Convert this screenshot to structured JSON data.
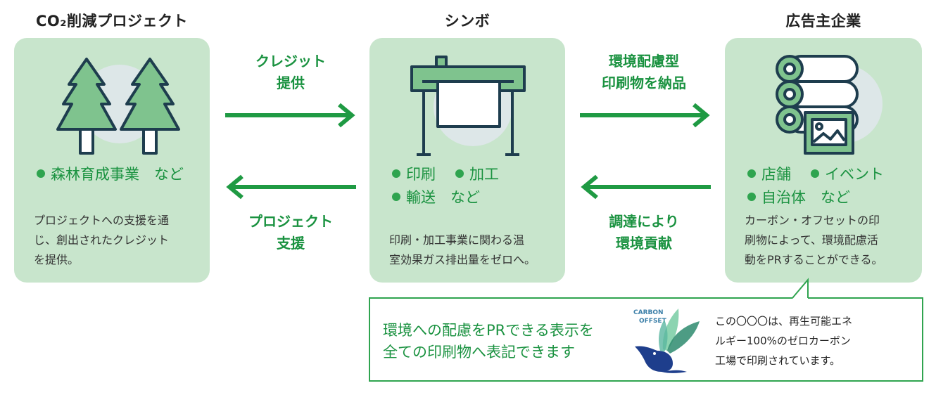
{
  "columns": [
    {
      "title": "CO₂削減プロジェクト",
      "bullets": [
        "森林育成事業　など"
      ],
      "description": [
        "プロジェクトへの支援を通",
        "じ、創出されたクレジット",
        "を提供。"
      ],
      "icon": "tree-icon"
    },
    {
      "title": "シンボ",
      "bullets": [
        "印刷",
        "加工",
        "輸送　など"
      ],
      "description": [
        "印刷・加工事業に関わる温",
        "室効果ガス排出量をゼロへ。"
      ],
      "icon": "printer-icon"
    },
    {
      "title": "広告主企業",
      "bullets": [
        "店舗",
        "イベント",
        "自治体　など"
      ],
      "description": [
        "カーボン・オフセットの印",
        "刷物によって、環境配慮活",
        "動をPRすることができる。"
      ],
      "icon": "print-rolls-icon"
    }
  ],
  "arrows": {
    "credit_supply": [
      "クレジット",
      "提供"
    ],
    "project_support": [
      "プロジェクト",
      "支援"
    ],
    "eco_delivery": [
      "環境配慮型",
      "印刷物を納品"
    ],
    "eco_contribution": [
      "調達により",
      "環境貢献"
    ]
  },
  "callout": {
    "main": [
      "環境への配慮をPRできる表示を",
      "全ての印刷物へ表記できます"
    ],
    "logo_text": [
      "CARBON",
      "OFFSET"
    ],
    "note": [
      "この〇〇〇は、再生可能エネ",
      "ルギー100%のゼロカーボン",
      "工場で印刷されています。"
    ]
  },
  "colors": {
    "card": "#c8e5cc",
    "accent": "#1a9240",
    "arrow": "#1f9a43",
    "icon_fill": "#7fc38e",
    "icon_stroke": "#1e3d4e"
  }
}
